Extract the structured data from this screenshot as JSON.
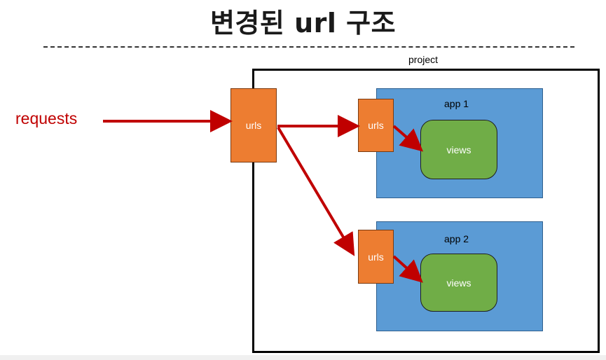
{
  "title": "변경된 url 구조",
  "requests_label": "requests",
  "project_label": "project",
  "main_urls_label": "urls",
  "apps": [
    {
      "label": "app 1",
      "urls_label": "urls",
      "views_label": "views"
    },
    {
      "label": "app 2",
      "urls_label": "urls",
      "views_label": "views"
    }
  ],
  "colors": {
    "arrow": "#c00000",
    "urls_box": "#ed7d31",
    "app_box": "#5b9bd5",
    "views_box": "#70ad47",
    "requests_text": "#c00000"
  }
}
